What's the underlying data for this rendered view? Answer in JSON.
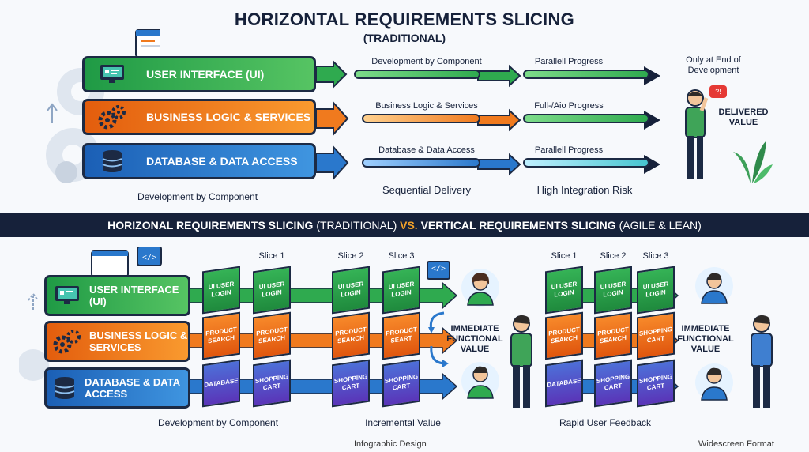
{
  "title": "HORIZONTAL REQUIREMENTS SLICING",
  "subtitle": "(TRADITIONAL)",
  "top": {
    "layers": [
      {
        "label": "USER INTERFACE (UI)",
        "icon": "monitor-icon"
      },
      {
        "label": "BUSINESS LOGIC & SERVICES",
        "icon": "gears-icon"
      },
      {
        "label": "DATABASE & DATA ACCESS",
        "icon": "database-icon"
      }
    ],
    "left_caption": "Development by Component",
    "rows": [
      {
        "label": "Development by Component",
        "progress_label": "Parallell Progress"
      },
      {
        "label": "Business Logic & Services",
        "progress_label": "Full-/Aio Progress"
      },
      {
        "label": "Database & Data Access",
        "progress_label": "Parallell Progress"
      }
    ],
    "mid_caption": "Sequential Delivery",
    "right_caption": "High Integration Risk",
    "end_label": "Only at End of Development",
    "delivered": "DELIVERED VALUE",
    "speech": "?!"
  },
  "band": {
    "left_bold": "HORIZONAL REQUIREMENTS SLICING",
    "left_rest": " (TRADITIONAL) ",
    "vs": "VS.",
    "right_bold": " VERTICAL REQUIREMENTS SLICING",
    "right_rest": " (AGILE & LEAN)"
  },
  "bottom": {
    "layers": [
      {
        "label": "USER INTERFACE (UI)",
        "icon": "monitor-icon"
      },
      {
        "label": "BUSINESS LOGIC & SERVICES",
        "icon": "gears-icon"
      },
      {
        "label": "DATABASE & DATA ACCESS",
        "icon": "database-icon"
      }
    ],
    "stack0": [
      "UI USER LOGIN",
      "PRODUCT SEARCH",
      "DATABASE"
    ],
    "mid_slices": [
      {
        "label": "Slice 1",
        "cards": [
          "UI USER LOGIN",
          "PRODUCT SEARCH",
          "SHOPPING CART"
        ]
      },
      {
        "label": "Slice 2",
        "cards": [
          "UI USER LOGIN",
          "PRODUCT SEARCH",
          "SHOPPING CART"
        ]
      },
      {
        "label": "Slice 3",
        "cards": [
          "UI USER LOGIN",
          "PRODUCT SEART",
          "SHOPPING CART"
        ]
      }
    ],
    "right_slices": [
      {
        "label": "Slice 1",
        "cards": [
          "UI USER LOGIN",
          "PRODUCT SEARCH",
          "DATABASE"
        ]
      },
      {
        "label": "Slice 2",
        "cards": [
          "UI USER LOGIN",
          "PRODUCT SEARCH",
          "SHOPPING CART"
        ]
      },
      {
        "label": "Slice 3",
        "cards": [
          "UI USER LOGIN",
          "SHOPPING CART",
          "SHOPPING CART"
        ]
      }
    ],
    "value_left": "IMMEDIATE FUNCTIONAL VALUE",
    "value_right": "IMMEDIATE FUNCTIONAL VALUE",
    "caption_left": "Development by Component",
    "caption_mid": "Incremental Value",
    "caption_right": "Rapid User Feedback",
    "code_icon": "</>"
  },
  "footer": {
    "left": "Infographic Design",
    "right": "Widescreen Format"
  },
  "colors": {
    "green": "#2faa4f",
    "orange": "#f07a1e",
    "blue": "#2a78cc",
    "purple": "#6d3fc0",
    "navy": "#16213a"
  }
}
